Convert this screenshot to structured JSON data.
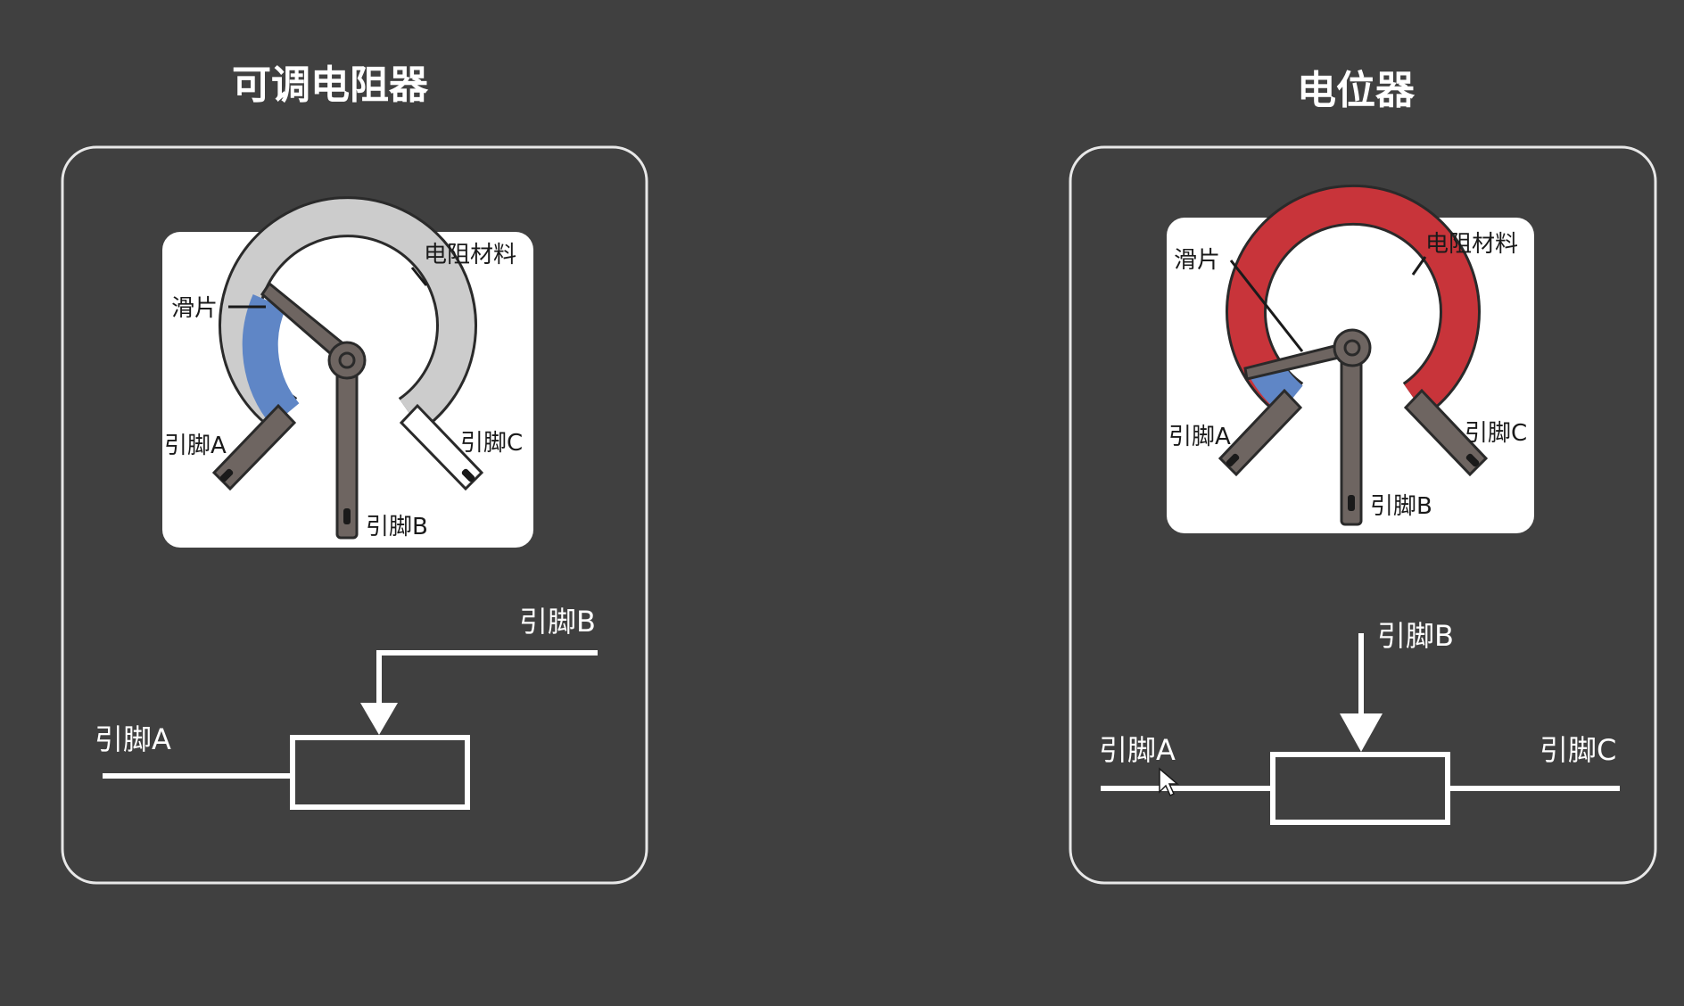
{
  "colors": {
    "background": "#404040",
    "panel_border": "#e8e8e8",
    "card": "#ffffff",
    "lead_metal": "#6e6561",
    "left_resistive_unused": "#cccccc",
    "left_resistive_active": "#5f86c6",
    "right_resistive": "#c8343a",
    "right_resistive_active": "#5f86c6",
    "symbol_stroke": "#ffffff"
  },
  "left_panel": {
    "title": "可调电阻器",
    "photo": {
      "wiper_label": "滑片",
      "material_label": "电阻材料",
      "pin_a_label": "引脚A",
      "pin_b_label": "引脚B",
      "pin_c_label": "引脚C"
    },
    "symbol": {
      "pin_a_label": "引脚A",
      "pin_b_label": "引脚B"
    }
  },
  "right_panel": {
    "title": "电位器",
    "photo": {
      "wiper_label": "滑片",
      "material_label": "电阻材料",
      "pin_a_label": "引脚A",
      "pin_b_label": "引脚B",
      "pin_c_label": "引脚C"
    },
    "symbol": {
      "pin_a_label": "引脚A",
      "pin_b_label": "引脚B",
      "pin_c_label": "引脚C"
    }
  }
}
